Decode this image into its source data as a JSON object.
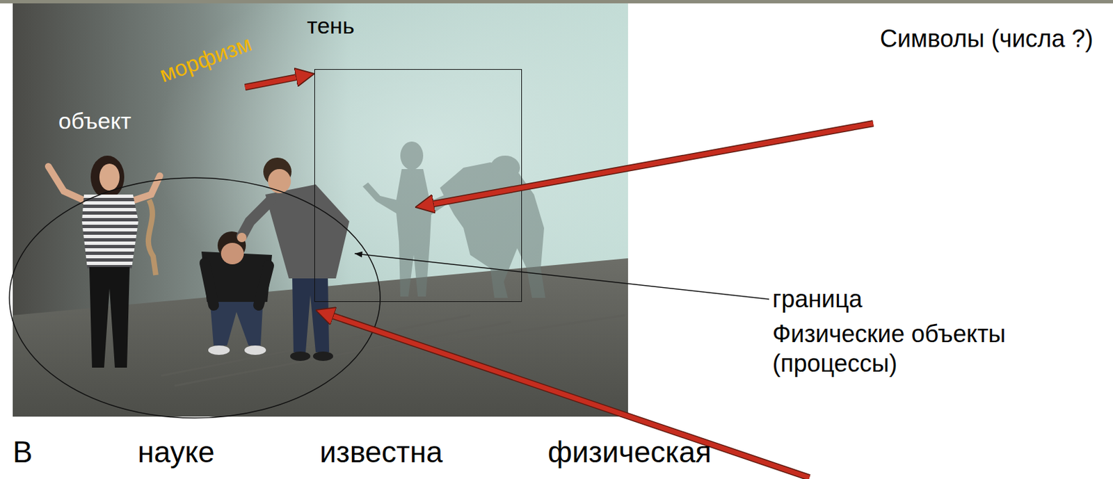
{
  "diagram": {
    "nodes": [
      {
        "text": [
          "объект"
        ]
      },
      {
        "text": [
          "тень"
        ]
      }
    ],
    "edges": [
      {
        "from": 0,
        "to": 1,
        "label": "морфизм",
        "arrow": "to"
      }
    ],
    "labels": [
      "Символы (числа ?)",
      "граница",
      "Физические объекты (процессы)",
      "В науке известна физическая"
    ]
  }
}
